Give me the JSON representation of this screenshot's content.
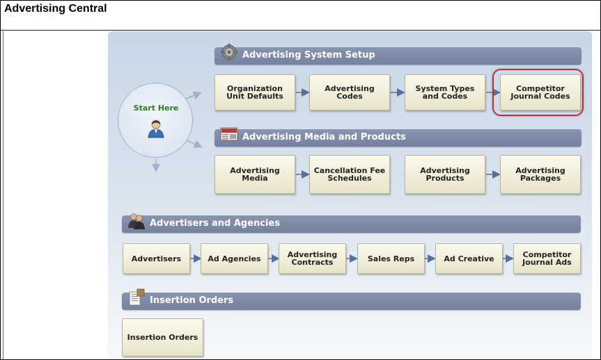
{
  "window": {
    "title": "Advertising Central"
  },
  "start": {
    "label": "Start Here"
  },
  "sections": [
    {
      "title": "Advertising System Setup",
      "icon": "gear-icon",
      "tiles": [
        "Organization\nUnit Defaults",
        "Advertising\nCodes",
        "System Types\nand Codes",
        "Competitor\nJournal Codes"
      ]
    },
    {
      "title": "Advertising Media and Products",
      "icon": "newspaper-icon",
      "tiles": [
        "Advertising Media",
        "Cancellation Fee\nSchedules",
        "Advertising\nProducts",
        "Advertising\nPackages"
      ]
    },
    {
      "title": "Advertisers and Agencies",
      "icon": "people-icon",
      "tiles": [
        "Advertisers",
        "Ad Agencies",
        "Advertising\nContracts",
        "Sales Reps",
        "Ad Creative",
        "Competitor\nJournal Ads"
      ]
    },
    {
      "title": "Insertion Orders",
      "icon": "documents-icon",
      "tiles": [
        "Insertion Orders"
      ]
    }
  ],
  "highlighted_tile": "Competitor\nJournal Codes",
  "colors": {
    "section_bar": "#7d8aa7",
    "tile_bg": "#f5f2dd",
    "highlight": "#b5343a",
    "start_label": "#2d7d20"
  }
}
